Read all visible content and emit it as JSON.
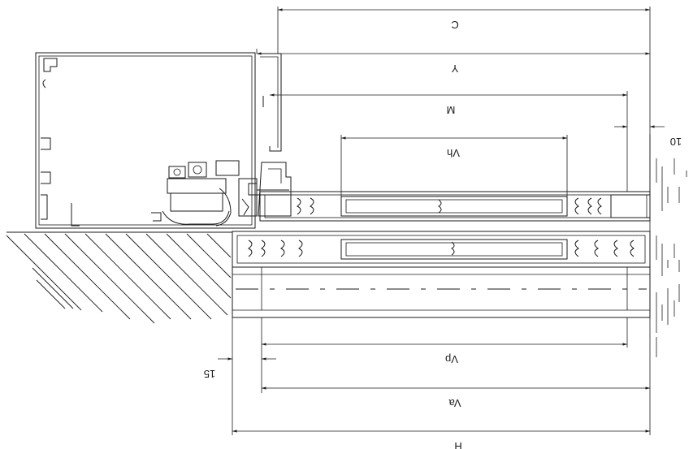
{
  "dimensions": [
    {
      "id": "C",
      "label": "C"
    },
    {
      "id": "Y",
      "label": "Y"
    },
    {
      "id": "M",
      "label": "M"
    },
    {
      "id": "Vh",
      "label": "Vh"
    },
    {
      "id": "Vp",
      "label": "Vp"
    },
    {
      "id": "Va",
      "label": "Va"
    },
    {
      "id": "H",
      "label": "H"
    },
    {
      "id": "d10",
      "label": "10"
    },
    {
      "id": "d15",
      "label": "15"
    }
  ]
}
